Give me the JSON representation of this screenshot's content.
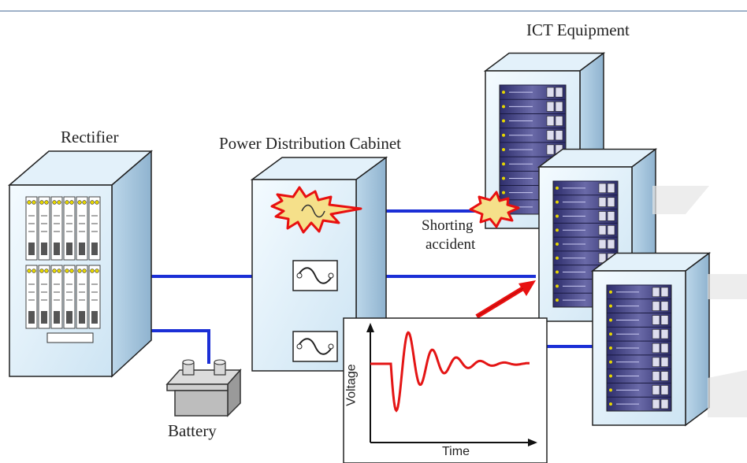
{
  "labels": {
    "rectifier": "Rectifier",
    "cabinet": "Power Distribution Cabinet",
    "ict": "ICT Equipment",
    "battery": "Battery",
    "shorting_line1": "Shorting",
    "shorting_line2": "accident"
  },
  "graph": {
    "ylabel": "Voltage",
    "xlabel": "Time"
  },
  "colors": {
    "wire": "#1b2fd6",
    "fault": "#e81010",
    "spark_fill": "#f5e08a",
    "server_body": "#d7ecf7",
    "server_rack": "#4a4a8a",
    "waveform": "#e41515"
  }
}
